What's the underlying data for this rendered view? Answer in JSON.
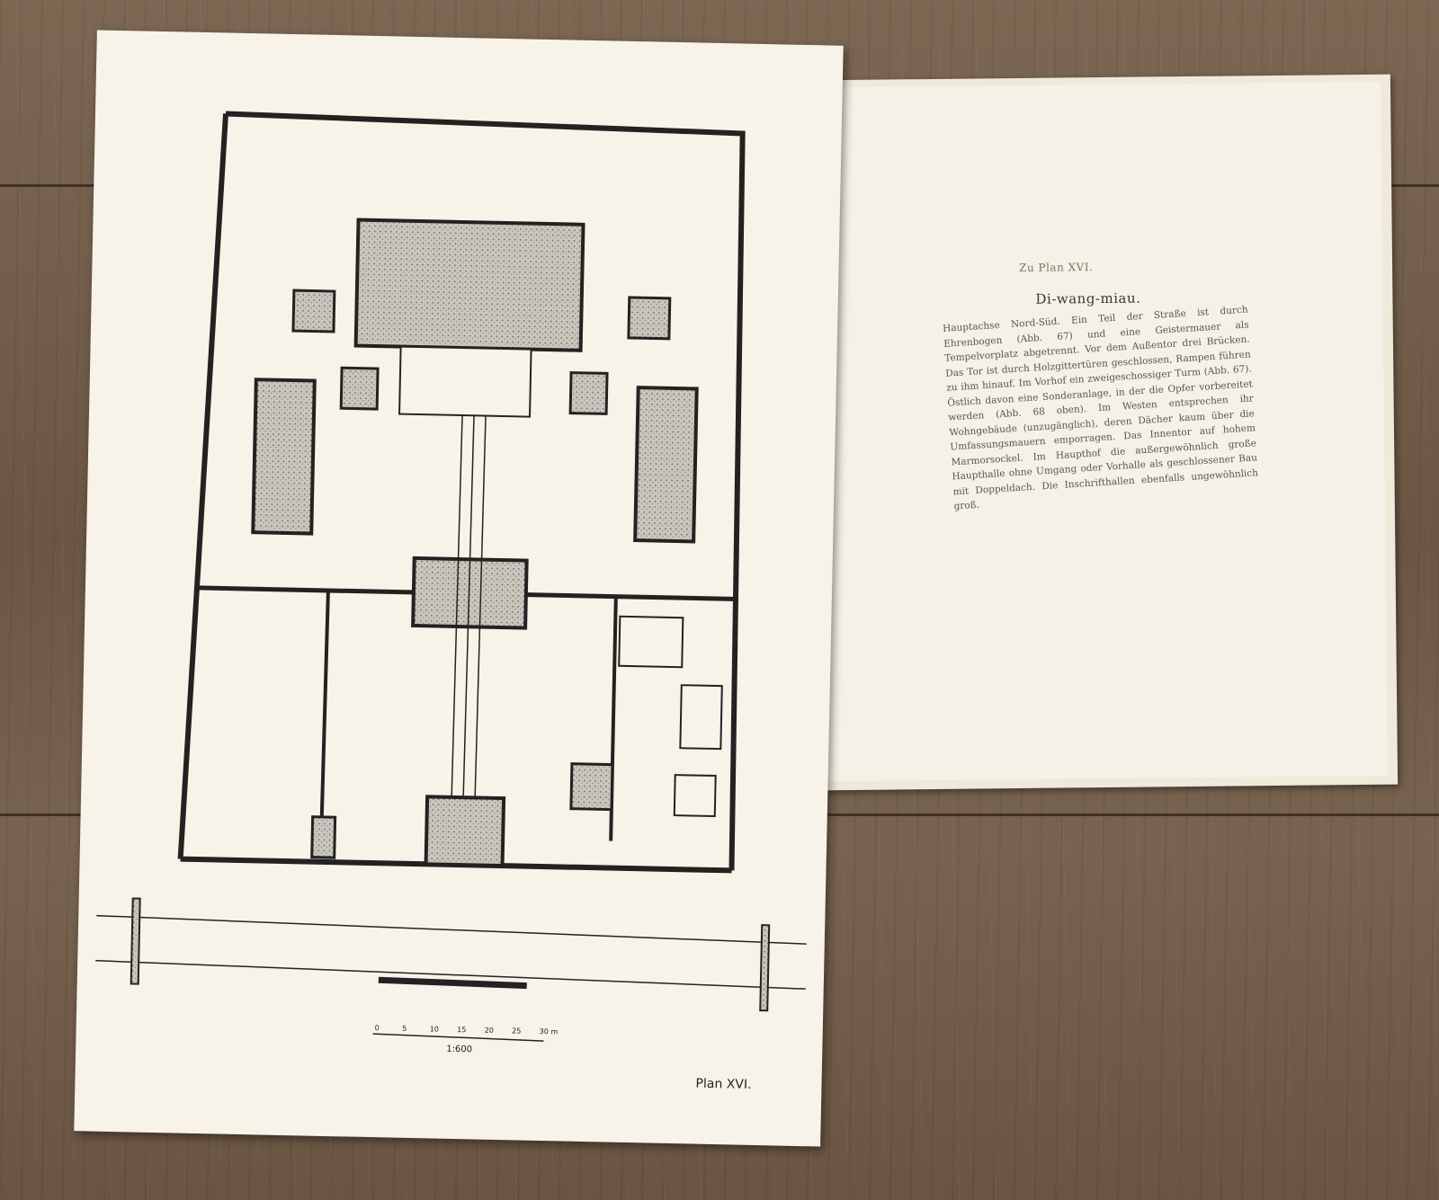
{
  "book": {
    "caption": "Zu Plan XVI.",
    "title": "Di-wang-miau.",
    "body": "Hauptachse Nord-Süd. Ein Teil der Straße ist durch Ehrenbogen (Abb. 67) und eine Geistermauer als Tempelvorplatz abgetrennt. Vor dem Außentor drei Brücken. Das Tor ist durch Holzgittertüren geschlossen, Rampen führen zu ihm hinauf. Im Vorhof ein zweigeschossiger Turm (Abb. 67). Östlich davon eine Sonderanlage, in der die Opfer vorbereitet werden (Abb. 68 oben). Im Westen entsprechen ihr Wohngebäude (unzugänglich), deren Dächer kaum über die Umfassungsmauern emporragen. Das Innentor auf hohem Marmorsockel. Im Haupthof die außergewöhnlich große Haupthalle ohne Umgang oder Vorhalle als geschlossener Bau mit Doppeldach. Die Inschrifthallen ebenfalls ungewöhnlich groß."
  },
  "plan": {
    "label": "Plan XVI.",
    "scale_ratio": "1:600",
    "scale_ticks": [
      "0",
      "5",
      "10",
      "15",
      "20",
      "25",
      "30 m"
    ]
  }
}
